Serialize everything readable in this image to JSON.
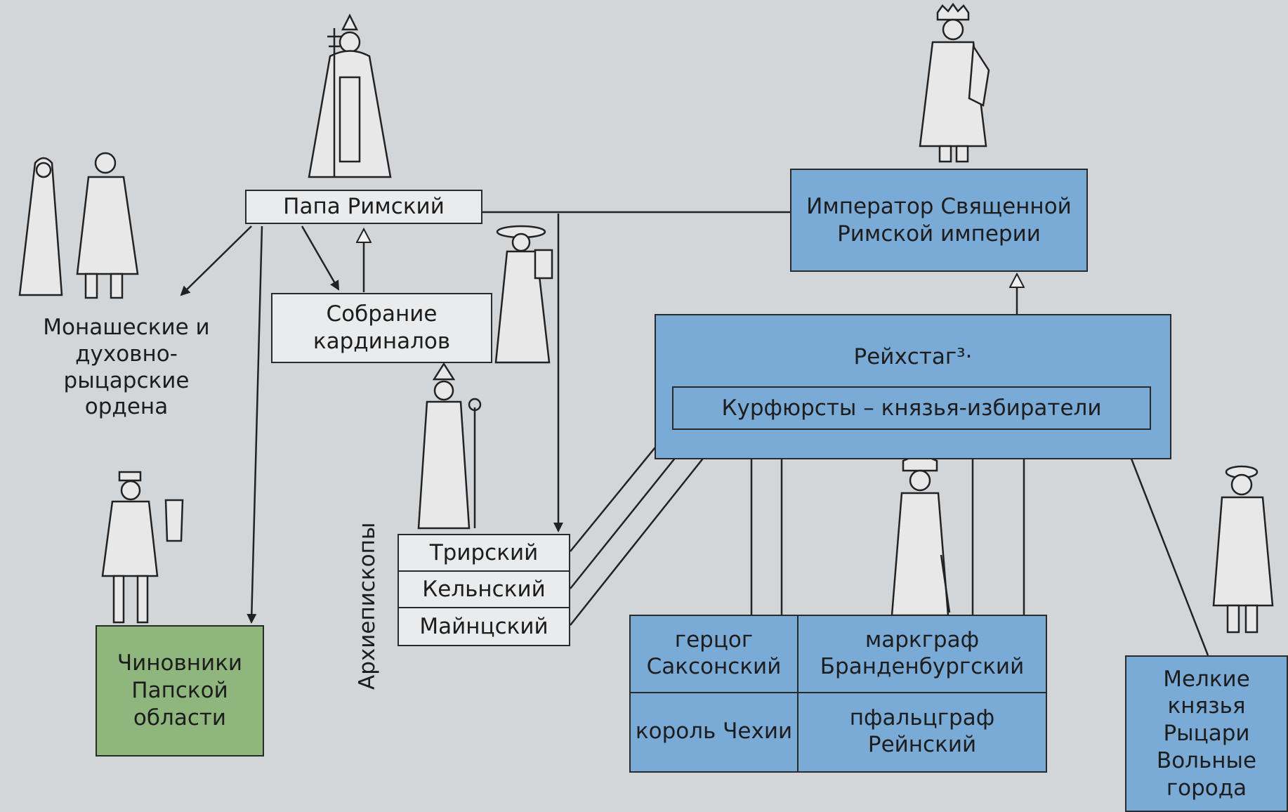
{
  "nodes": {
    "pope": "Папа Римский",
    "cardinals": "Собрание кардиналов",
    "orders": "Монашеские и духовно-рыцарские ордена",
    "officials": "Чиновники Папской области",
    "emperor": "Император Священной Римской империи",
    "reichstag": "Рейхстаг³·",
    "electors": "Курфюрсты – князья-избиратели",
    "archbishops_label": "Архиепископы",
    "archbishops": [
      "Трирский",
      "Кельнский",
      "Майнцский"
    ],
    "secular_electors": {
      "saxony": "герцог Саксонский",
      "brandenburg": "маркграф Бранденбургский",
      "bohemia": "король Чехии",
      "palatinate": "пфальцграф Рейнский"
    },
    "lesser": "Мелкие князья Рыцари Вольные города"
  },
  "colors": {
    "blue_box": "#7aaad6",
    "green_box": "#8fb67d",
    "plain_box": "#e9ebec",
    "line": "#222222"
  },
  "icons": [
    "pope-figure",
    "monk-figure",
    "knight-figure",
    "cardinal-figure",
    "archbishop-figure",
    "clerk-figure",
    "emperor-figure",
    "elector-figure",
    "noble-figure"
  ]
}
